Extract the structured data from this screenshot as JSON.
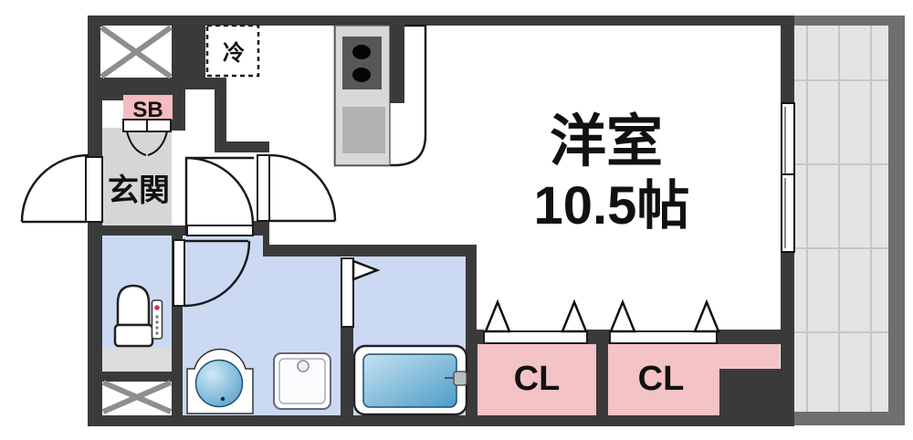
{
  "floorplan": {
    "title": "apartment-floor-plan",
    "labels": {
      "entrance": "玄関",
      "shoe_box": "SB",
      "refrigerator": "冷",
      "main_room_name": "洋室",
      "main_room_size": "10.5帖",
      "closet_left": "CL",
      "closet_right": "CL"
    },
    "colors": {
      "wall": "#3a3a3a",
      "balcony_wall": "#6f6f6f",
      "balcony_floor": "#e4e4e4",
      "balcony_grid": "#c6c6c6",
      "entrance_floor": "#d6d6d6",
      "wet_area_floor": "#ccd9f2",
      "closet_pink": "#f3c3c6",
      "shoebox_pink": "#f4bcc0",
      "toilet_strip": "#dcdcdc",
      "kitchen_cabinet": "#d8d8d8",
      "stove_dark": "#575757",
      "kitchen_sink": "#b2b2b2",
      "tub_blue_light": "#c5e3f0",
      "tub_blue_dark": "#4e9cc9",
      "remote_red": "#cc3355"
    }
  }
}
